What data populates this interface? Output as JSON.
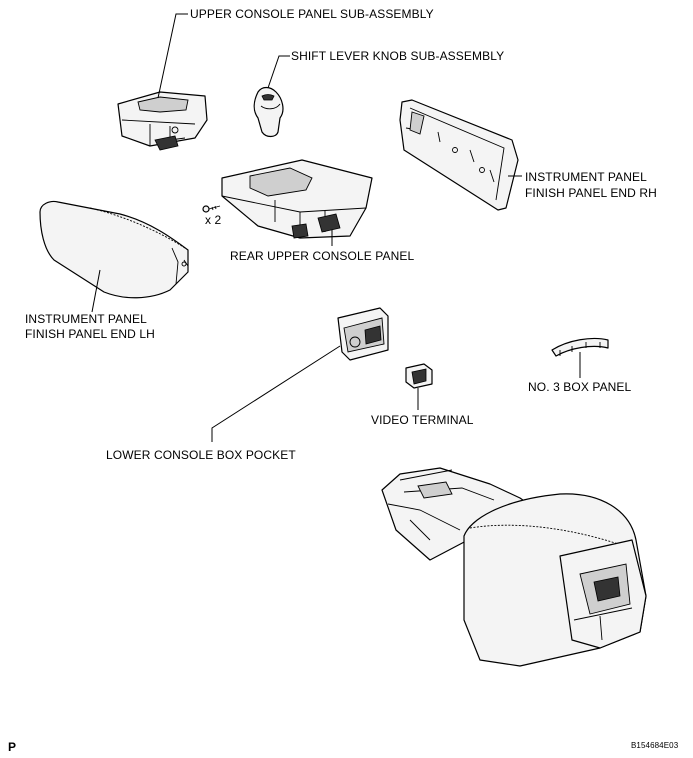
{
  "labels": {
    "upper_console_panel": "UPPER CONSOLE PANEL SUB-ASSEMBLY",
    "shift_lever_knob": "SHIFT LEVER KNOB SUB-ASSEMBLY",
    "ip_end_rh_line1": "INSTRUMENT PANEL",
    "ip_end_rh_line2": "FINISH PANEL END RH",
    "screw_qty": "x 2",
    "rear_upper_console": "REAR UPPER CONSOLE PANEL",
    "ip_end_lh_line1": "INSTRUMENT PANEL",
    "ip_end_lh_line2": "FINISH PANEL END LH",
    "no3_box_panel": "NO. 3 BOX PANEL",
    "video_terminal": "VIDEO TERMINAL",
    "lower_console_pocket": "LOWER CONSOLE BOX POCKET"
  },
  "footer": {
    "corner_mark": "P",
    "figure_code": "B154684E03"
  }
}
